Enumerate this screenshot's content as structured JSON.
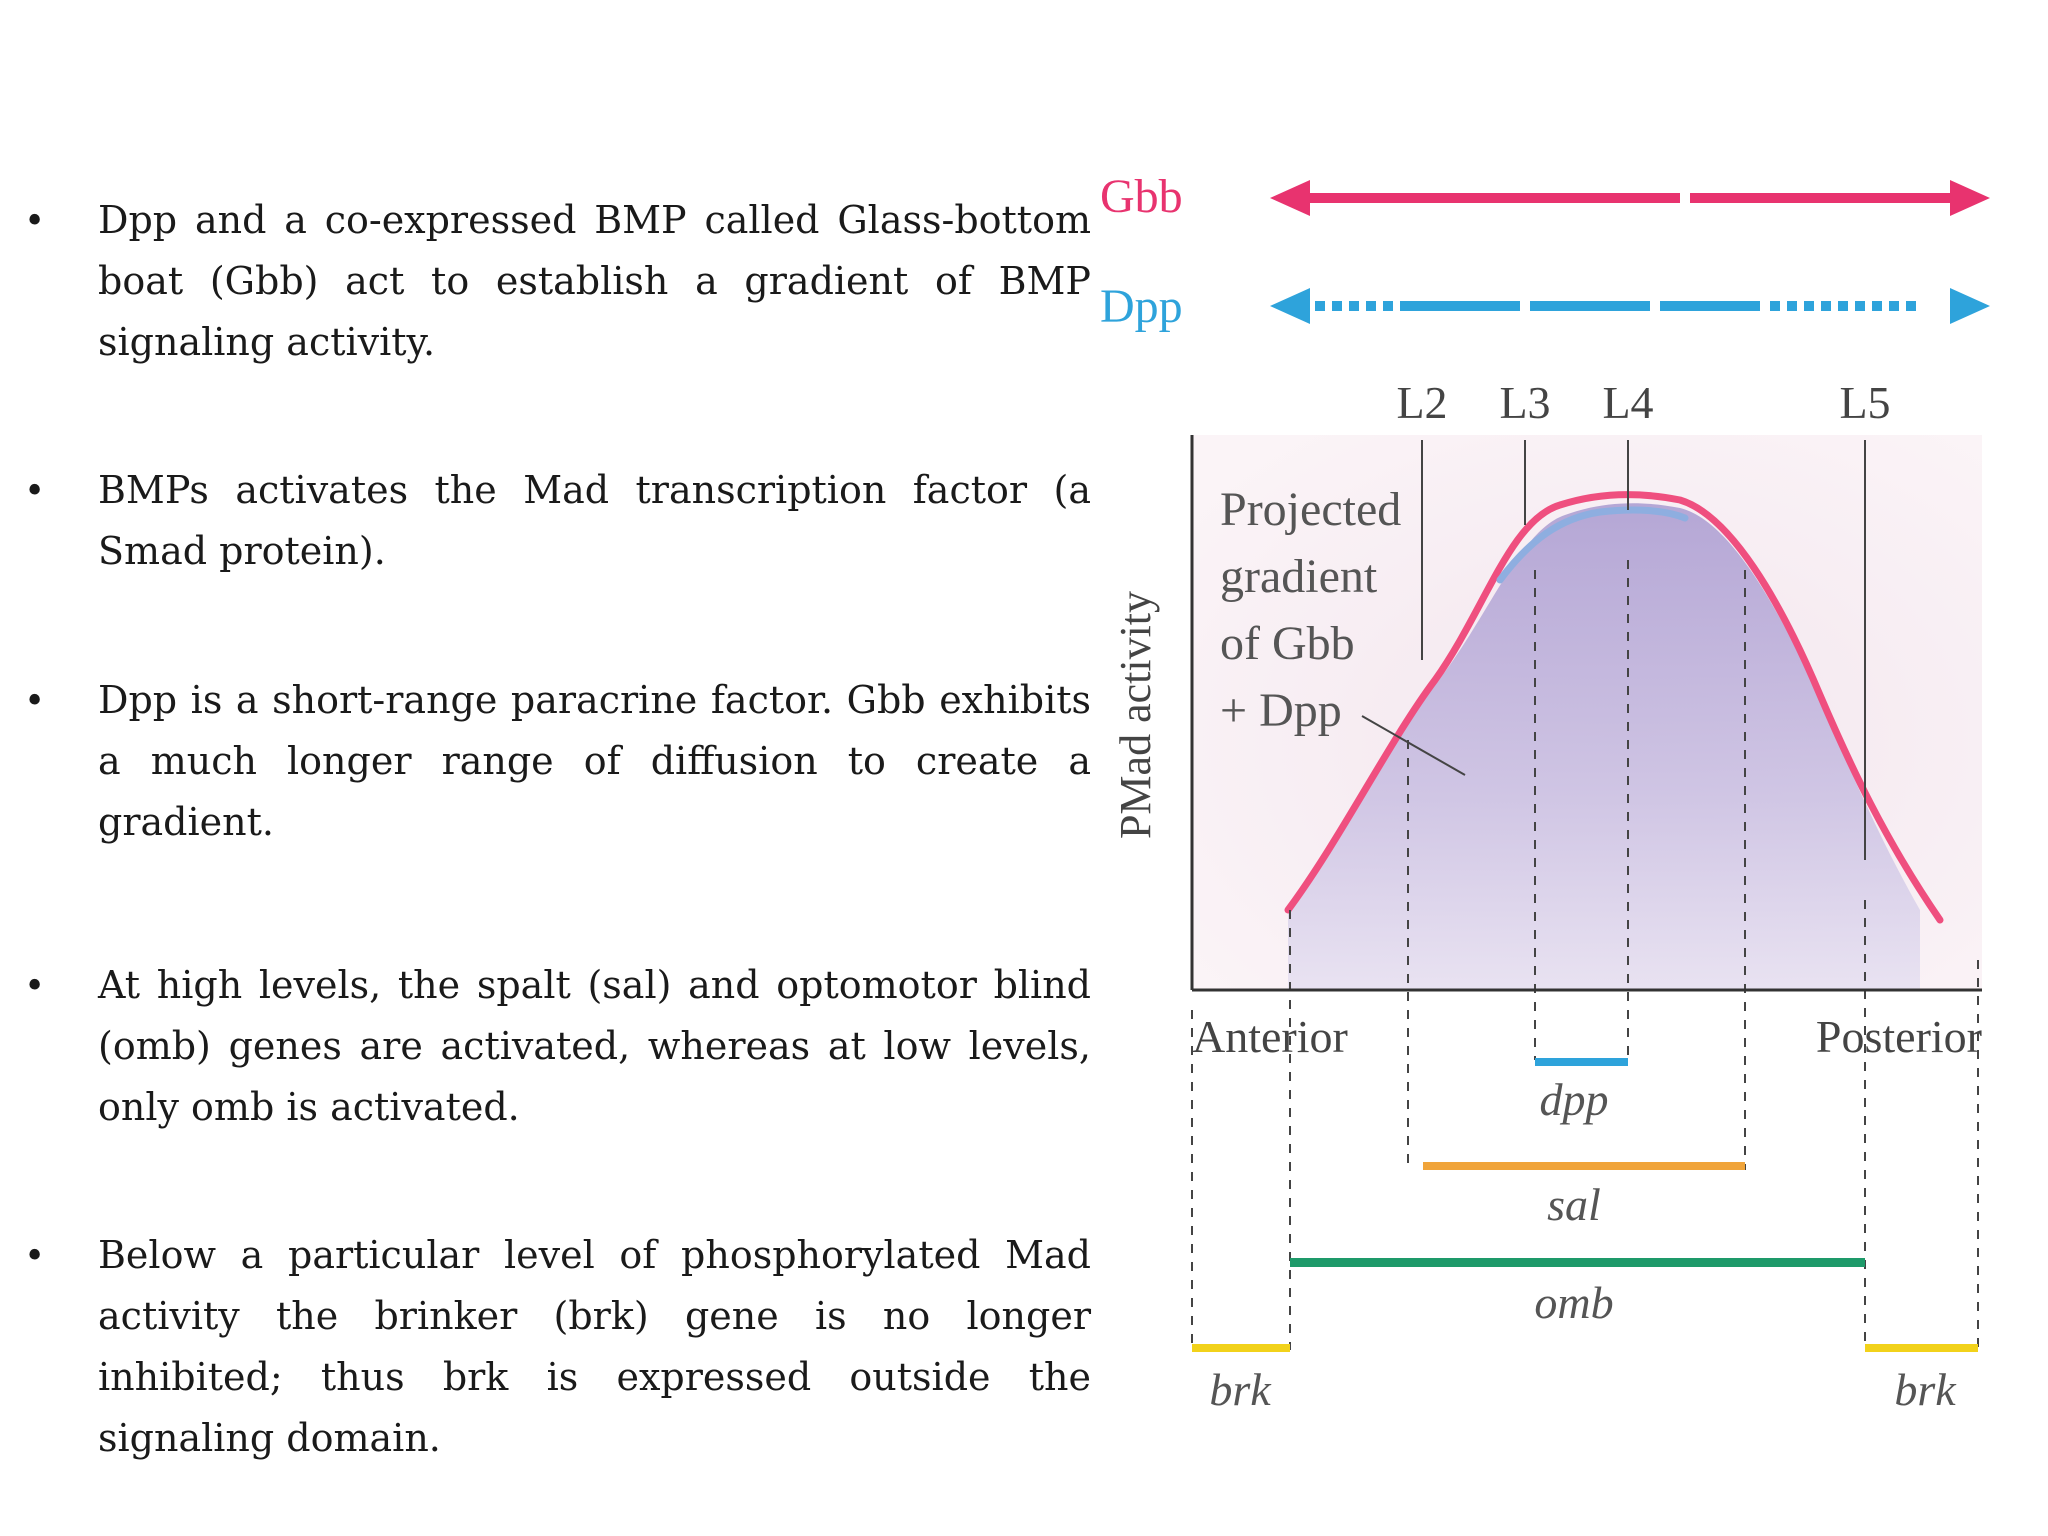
{
  "bullets": [
    "Dpp and a co-expressed BMP called Glass-bottom boat (Gbb) act to establish a gradient of BMP signaling activity.",
    "BMPs activates the Mad transcription factor (a Smad protein).",
    "Dpp is a short-range paracrine factor. Gbb exhibits a much longer range of diffusion to create a gradient.",
    "At high levels, the spalt (sal) and optomotor blind (omb) genes are activated, whereas at low levels, only omb is activated.",
    "Below a particular level of phosphorylated Mad activity the brinker (brk) gene is no longer inhibited; thus brk is expressed outside the signaling domain."
  ],
  "bullet_glyph": "•",
  "diagram": {
    "gbb_label": "Gbb",
    "dpp_label": "Dpp",
    "veins": [
      "L2",
      "L3",
      "L4",
      "L5"
    ],
    "y_axis_label": "PMad activity",
    "curve_label": [
      "Projected",
      "gradient",
      "of Gbb",
      "+ Dpp"
    ],
    "anterior_label": "Anterior",
    "posterior_label": "Posterior",
    "genes": {
      "dpp": "dpp",
      "sal": "sal",
      "omb": "omb",
      "brk_left": "brk",
      "brk_right": "brk"
    },
    "colors": {
      "gbb": "#e8336f",
      "dpp": "#2ea3db",
      "sal": "#f0a43a",
      "omb": "#1e9a6a",
      "brk": "#f2d21b",
      "gradient_fill": "#b8aad8",
      "gbb_curve": "#ef4f7f",
      "dpp_curve": "#8eaee0"
    }
  }
}
